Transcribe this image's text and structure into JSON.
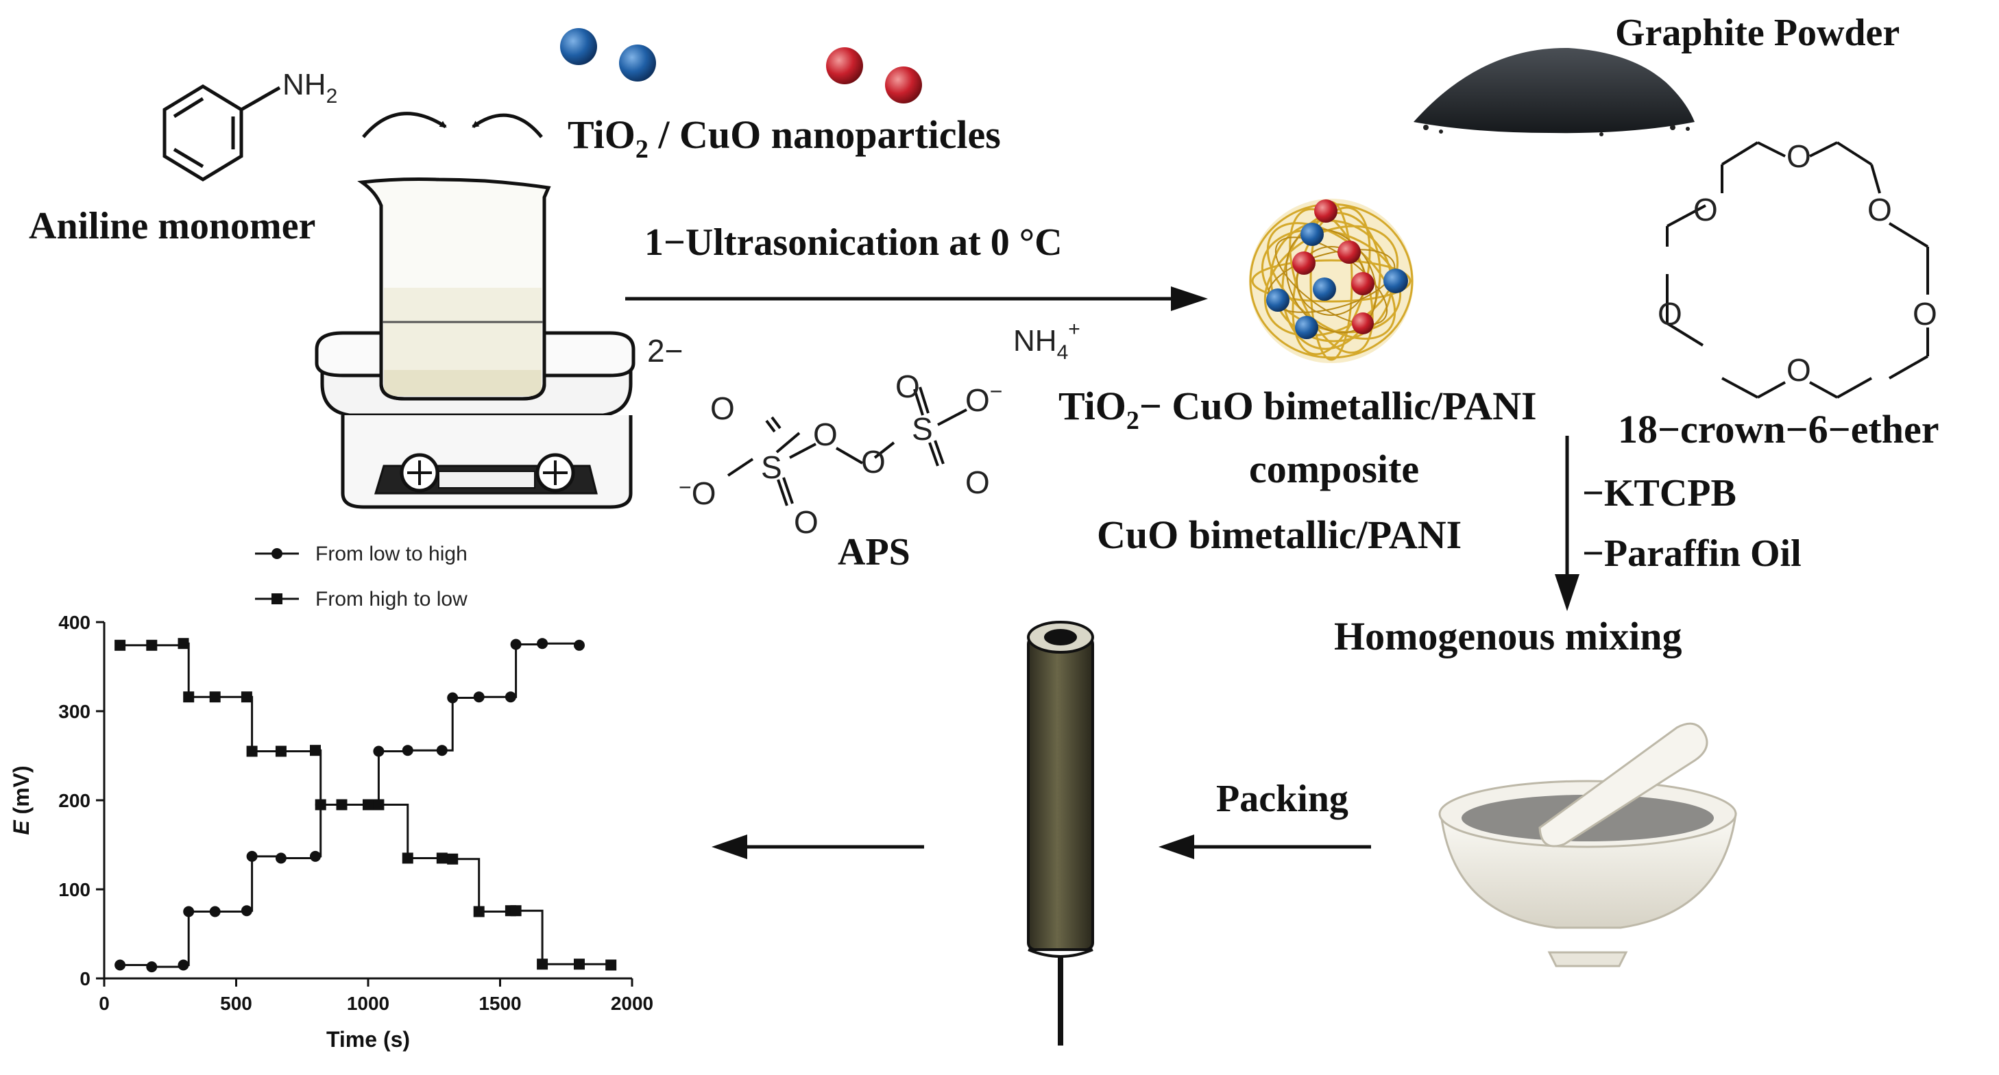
{
  "labels": {
    "aniline_monomer": "Aniline monomer",
    "nh2": "NH",
    "nh2_sub": "2",
    "tio2_cuo_main": "TiO",
    "tio2_cuo_sub": "2",
    "tio2_cuo_rest": " / CuO nanoparticles",
    "step1": "1−Ultrasonication at 0 °C",
    "step2": "2−",
    "nh4": "NH",
    "nh4_sub": "4",
    "nh4_sup": "+",
    "aps": "APS",
    "composite_line1_main": "TiO",
    "composite_line1_sub": "2",
    "composite_line1_rest": "− CuO bimetallic/PANI",
    "composite_line2": "composite",
    "composite_line3": "CuO bimetallic/PANI",
    "graphite": "Graphite Powder",
    "crown_ether": "18−crown−6−ether",
    "ktcpb": "−KTCPB",
    "paraffin": "−Paraffin Oil",
    "homogenous": "Homogenous mixing",
    "packing": "Packing",
    "atom_o": "O",
    "atom_s": "S",
    "ion_o_minus": "O",
    "minus": "−",
    "superscript_minus": "−"
  },
  "colors": {
    "tio2_particle": "#1f5fa6",
    "cuo_particle": "#c8202c",
    "pani_fiber": "#d4a82a",
    "graphite": "#2b2f33",
    "electrode_body": "#4d4a36",
    "mortar": "#ece9df"
  },
  "chart_data": {
    "type": "line",
    "xlabel": "Time (s)",
    "ylabel_italic": "E",
    "ylabel_rest": " (mV)",
    "xlim": [
      0,
      2000
    ],
    "ylim": [
      0,
      400
    ],
    "xticks": [
      0,
      500,
      1000,
      1500,
      2000
    ],
    "yticks": [
      0,
      100,
      200,
      300,
      400
    ],
    "grid": false,
    "legend": "top-left",
    "series": [
      {
        "name": "From low to high",
        "marker": "circle",
        "x": [
          60,
          180,
          300,
          320,
          420,
          540,
          560,
          670,
          800,
          820,
          900,
          1000,
          1040,
          1150,
          1280,
          1320,
          1420,
          1540,
          1560,
          1660,
          1800
        ],
        "y": [
          15,
          13,
          15,
          75,
          75,
          76,
          137,
          135,
          137,
          195,
          195,
          195,
          255,
          256,
          256,
          315,
          316,
          316,
          375,
          376,
          374
        ]
      },
      {
        "name": "From high to low",
        "marker": "square",
        "x": [
          60,
          180,
          300,
          320,
          420,
          540,
          560,
          670,
          800,
          820,
          900,
          1000,
          1040,
          1150,
          1280,
          1320,
          1420,
          1540,
          1560,
          1660,
          1800,
          1920
        ],
        "y": [
          374,
          374,
          376,
          316,
          316,
          316,
          255,
          255,
          256,
          195,
          195,
          195,
          195,
          135,
          135,
          134,
          75,
          76,
          76,
          16,
          16,
          15
        ]
      }
    ]
  }
}
